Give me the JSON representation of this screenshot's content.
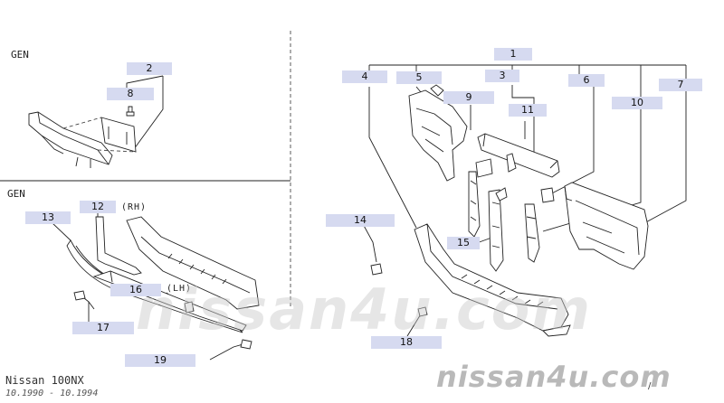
{
  "sections": {
    "top_left_gen": "GEN",
    "bottom_left_gen": "GEN",
    "rh": "(RH)",
    "lh": "(LH)"
  },
  "callouts": {
    "c1": "1",
    "c2": "2",
    "c3": "3",
    "c4": "4",
    "c5": "5",
    "c6": "6",
    "c7": "7",
    "c8": "8",
    "c9": "9",
    "c10": "10",
    "c11": "11",
    "c12": "12",
    "c13": "13",
    "c14": "14",
    "c15": "15",
    "c16": "16",
    "c17": "17",
    "c18": "18",
    "c19": "19"
  },
  "footer": {
    "model": "Nissan 100NX",
    "dates": "10.1990 - 10.1994",
    "mark": "/"
  },
  "watermark": {
    "center": "nissan4u.com",
    "corner": "nissan4u.com"
  },
  "colors": {
    "label_bg": "#d6daf0",
    "line": "#222222"
  }
}
